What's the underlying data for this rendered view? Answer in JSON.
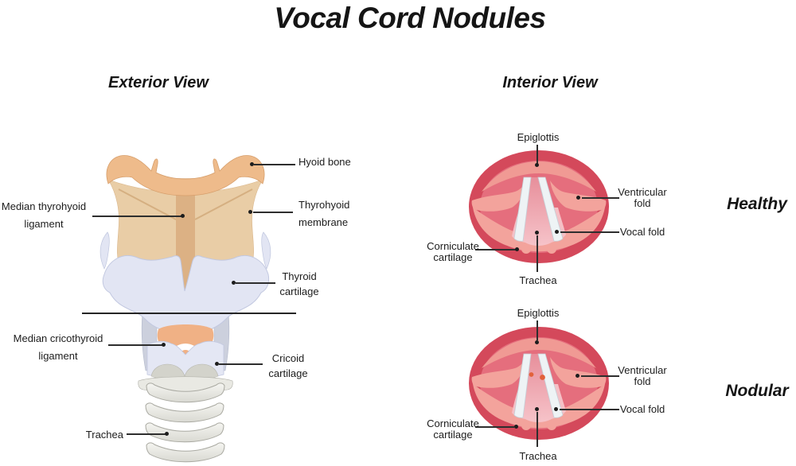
{
  "title": "Vocal Cord Nodules",
  "exterior": {
    "heading": "Exterior View",
    "labels": {
      "hyoid_bone": "Hyoid bone",
      "median_thyrohyoid_ligament": [
        "Median thyrohyoid",
        "ligament"
      ],
      "thyrohyoid_membrane": [
        "Thyrohyoid",
        "membrane"
      ],
      "thyroid_cartilage": [
        "Thyroid",
        "cartilage"
      ],
      "median_cricothyroid_ligament": [
        "Median cricothyroid",
        "ligament"
      ],
      "cricoid_cartilage": [
        "Cricoid",
        "cartilage"
      ],
      "trachea": "Trachea"
    }
  },
  "interior": {
    "heading": "Interior View",
    "healthy": {
      "name": "Healthy",
      "labels": {
        "epiglottis": "Epiglottis",
        "ventricular_fold": [
          "Ventricular",
          "fold"
        ],
        "vocal_fold": "Vocal fold",
        "corniculate_cartilage": [
          "Corniculate",
          "cartilage"
        ],
        "trachea": "Trachea"
      }
    },
    "nodular": {
      "name": "Nodular",
      "labels": {
        "epiglottis": "Epiglottis",
        "ventricular_fold": [
          "Ventricular",
          "fold"
        ],
        "vocal_fold": "Vocal fold",
        "corniculate_cartilage": [
          "Corniculate",
          "cartilage"
        ],
        "trachea": "Trachea"
      }
    }
  },
  "colors": {
    "ring_crimson": "#d4495b",
    "cavity_rose": "#e56e7d",
    "fold_salmon": "#f3a39c",
    "epiglottis_salmon": "#f09a94",
    "vocal_fold_white": "#eef3f5",
    "center_pink_top": "#e78f9b",
    "center_pink_bottom": "#f6c3c9",
    "nodule_orange": "#e2613a",
    "hyoid_tan": "#eebb8b",
    "membrane_tan": "#e9cda6",
    "ligament_tan": "#dcb184",
    "cartilage_lavender": "#e2e5f3",
    "cricoid_orange": "#f0b185",
    "trachea_gray": "#edede8",
    "label_ink": "#1c1c1c"
  }
}
